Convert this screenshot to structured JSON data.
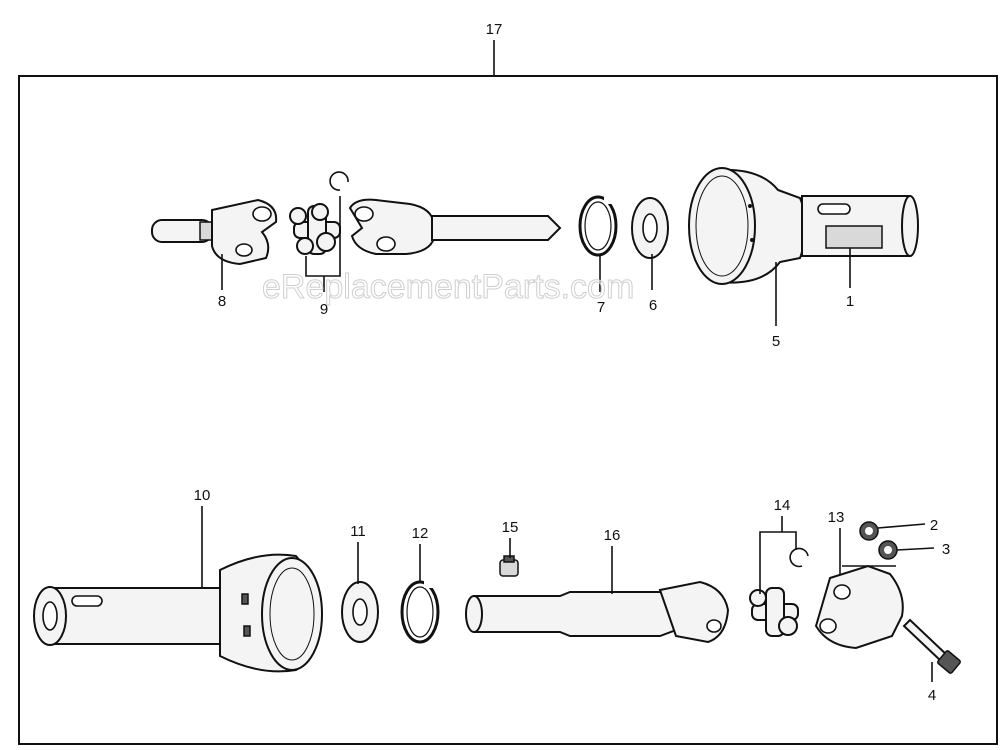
{
  "watermark": "eReplacementParts.com",
  "part_labels": {
    "p1": "1",
    "p2": "2",
    "p3": "3",
    "p4": "4",
    "p5": "5",
    "p6": "6",
    "p7": "7",
    "p8": "8",
    "p9": "9",
    "p10": "10",
    "p11": "11",
    "p12": "12",
    "p13": "13",
    "p14": "14",
    "p15": "15",
    "p16": "16",
    "p17": "17"
  }
}
